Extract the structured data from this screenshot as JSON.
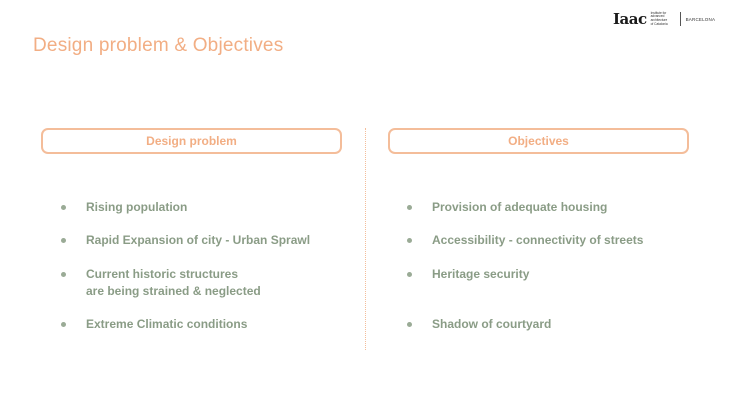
{
  "logo": {
    "mark": "Iaac",
    "institute_lines": [
      "Institute for",
      "advanced",
      "architecture",
      "of Catalonia"
    ],
    "city": "BARCELONA"
  },
  "slide": {
    "title": "Design problem & Objectives"
  },
  "left_column": {
    "header": "Design problem",
    "items": [
      "Rising population",
      "Rapid Expansion of city - Urban Sprawl",
      "Current historic structures\nare being strained & neglected",
      "Extreme Climatic conditions"
    ]
  },
  "right_column": {
    "header": "Objectives",
    "items": [
      "Provision of adequate housing",
      "Accessibility - connectivity of streets",
      "Heritage security",
      "Shadow of courtyard"
    ]
  },
  "colors": {
    "accent": "#f2ae84",
    "border": "#f4bd9a",
    "bullet_text": "#8a9c86"
  }
}
